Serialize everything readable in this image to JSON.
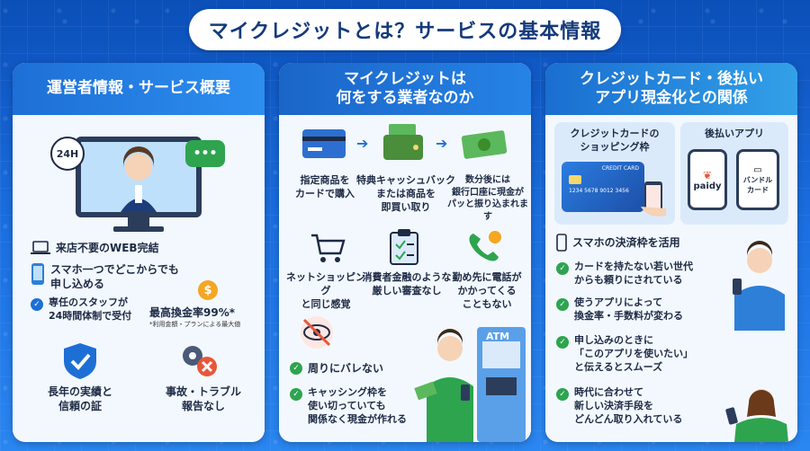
{
  "title": "マイクレジットとは？サービスの基本情報",
  "panel1": {
    "heading": "運営者情報・サービス概要",
    "badge_24h": "24H",
    "chat_dots": "•••",
    "features": [
      {
        "icon": "laptop-icon",
        "text": "来店不要のWEB完結"
      },
      {
        "icon": "smartphone-icon",
        "text": "スマホ一つでどこからでも\n申し込める"
      },
      {
        "icon": "check-icon",
        "text": "専任のスタッフが\n24時間体制で受付"
      }
    ],
    "rate": {
      "text": "最高換金率99%*",
      "note": "*利用金額・プランによる最大値"
    },
    "bottom": [
      {
        "icon": "shield-check-icon",
        "text": "長年の実績と\n信頼の証"
      },
      {
        "icon": "gear-x-icon",
        "text": "事故・トラブル\n報告なし"
      }
    ]
  },
  "panel2": {
    "heading": "マイクレジットは\n何をする業者なのか",
    "steps": [
      {
        "icon": "credit-card-icon",
        "text": "指定商品を\nカードで購入"
      },
      {
        "icon": "wallet-cash-icon",
        "text": "特典キャッシュバック\nまたは商品を\n即買い取り"
      },
      {
        "icon": "cash-icon",
        "text": "数分後には\n銀行口座に現金が\nパッと振り込まれます"
      }
    ],
    "row2": [
      {
        "icon": "shopping-cart-icon",
        "text": "ネットショッピング\nと同じ感覚"
      },
      {
        "icon": "clipboard-icon",
        "text": "消費者金融のような\n厳しい審査なし"
      },
      {
        "icon": "phone-icon",
        "text": "勤め先に電話が\nかかってくる\nこともない"
      }
    ],
    "checks": [
      {
        "text": "周りにバレない"
      },
      {
        "text": "キャッシング枠を\n使い切っていても\n関係なく現金が作れる"
      }
    ],
    "atm_label": "ATM"
  },
  "panel3": {
    "heading": "クレジットカード・後払い\nアプリ現金化との関係",
    "card_box": "クレジットカードの\nショッピング枠",
    "app_box": "後払いアプリ",
    "card_label": "CREDIT CARD",
    "card_number": "1234 5678 9012 3456",
    "app1": "paidy",
    "app2": "バンドル\nカード",
    "lead": "スマホの決済枠を活用",
    "checks": [
      {
        "text": "カードを持たない若い世代\nからも頼りにされている"
      },
      {
        "text": "使うアプリによって\n換金率・手数料が変わる"
      },
      {
        "text": "申し込みのときに\n「このアプリを使いたい」\nと伝えるとスムーズ"
      },
      {
        "text": "時代に合わせて\n新しい決済手段を\nどんどん取り入れている"
      }
    ]
  }
}
